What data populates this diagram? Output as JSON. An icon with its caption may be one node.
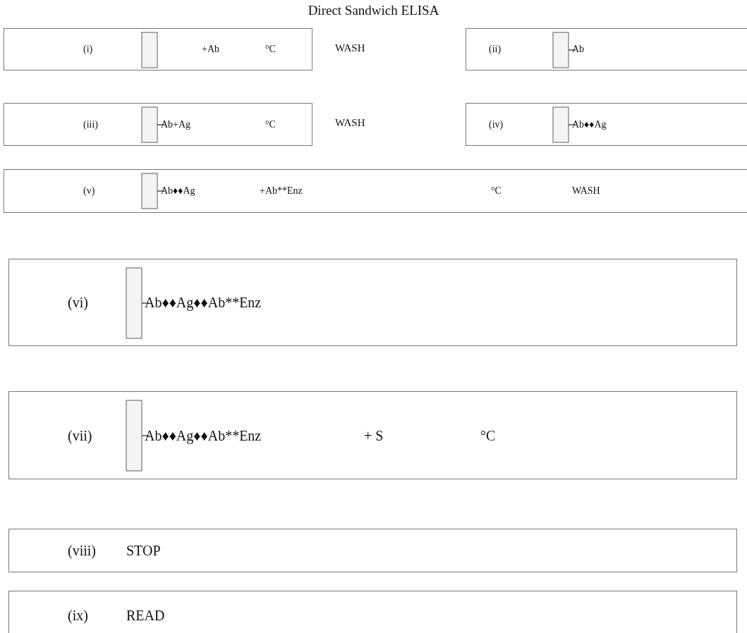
{
  "diagram": {
    "title": "Direct Sandwich ELISA",
    "nodes": [
      {
        "text": [
          "(i)",
          "+Ab",
          "°C"
        ],
        "beside": [
          "WASH"
        ]
      },
      {
        "text": [
          "(ii)",
          "Ab"
        ]
      },
      {
        "text": [
          "(iii)",
          "Ab+Ag",
          "°C"
        ],
        "beside": [
          "WASH"
        ]
      },
      {
        "text": [
          "(iv)",
          "Ab♦♦Ag"
        ]
      },
      {
        "text": [
          "(v)",
          "Ab♦♦Ag",
          "+Ab**Enz",
          "°C",
          "WASH"
        ]
      },
      {
        "text": [
          "(vi)",
          "Ab♦♦Ag♦♦Ab**Enz"
        ]
      },
      {
        "text": [
          "(vii)",
          "Ab♦♦Ag♦♦Ab**Enz",
          "+ S",
          "°C"
        ]
      },
      {
        "text": [
          "(viii)",
          "STOP"
        ]
      },
      {
        "text": [
          "(ix)",
          "READ"
        ]
      }
    ],
    "edges": []
  }
}
